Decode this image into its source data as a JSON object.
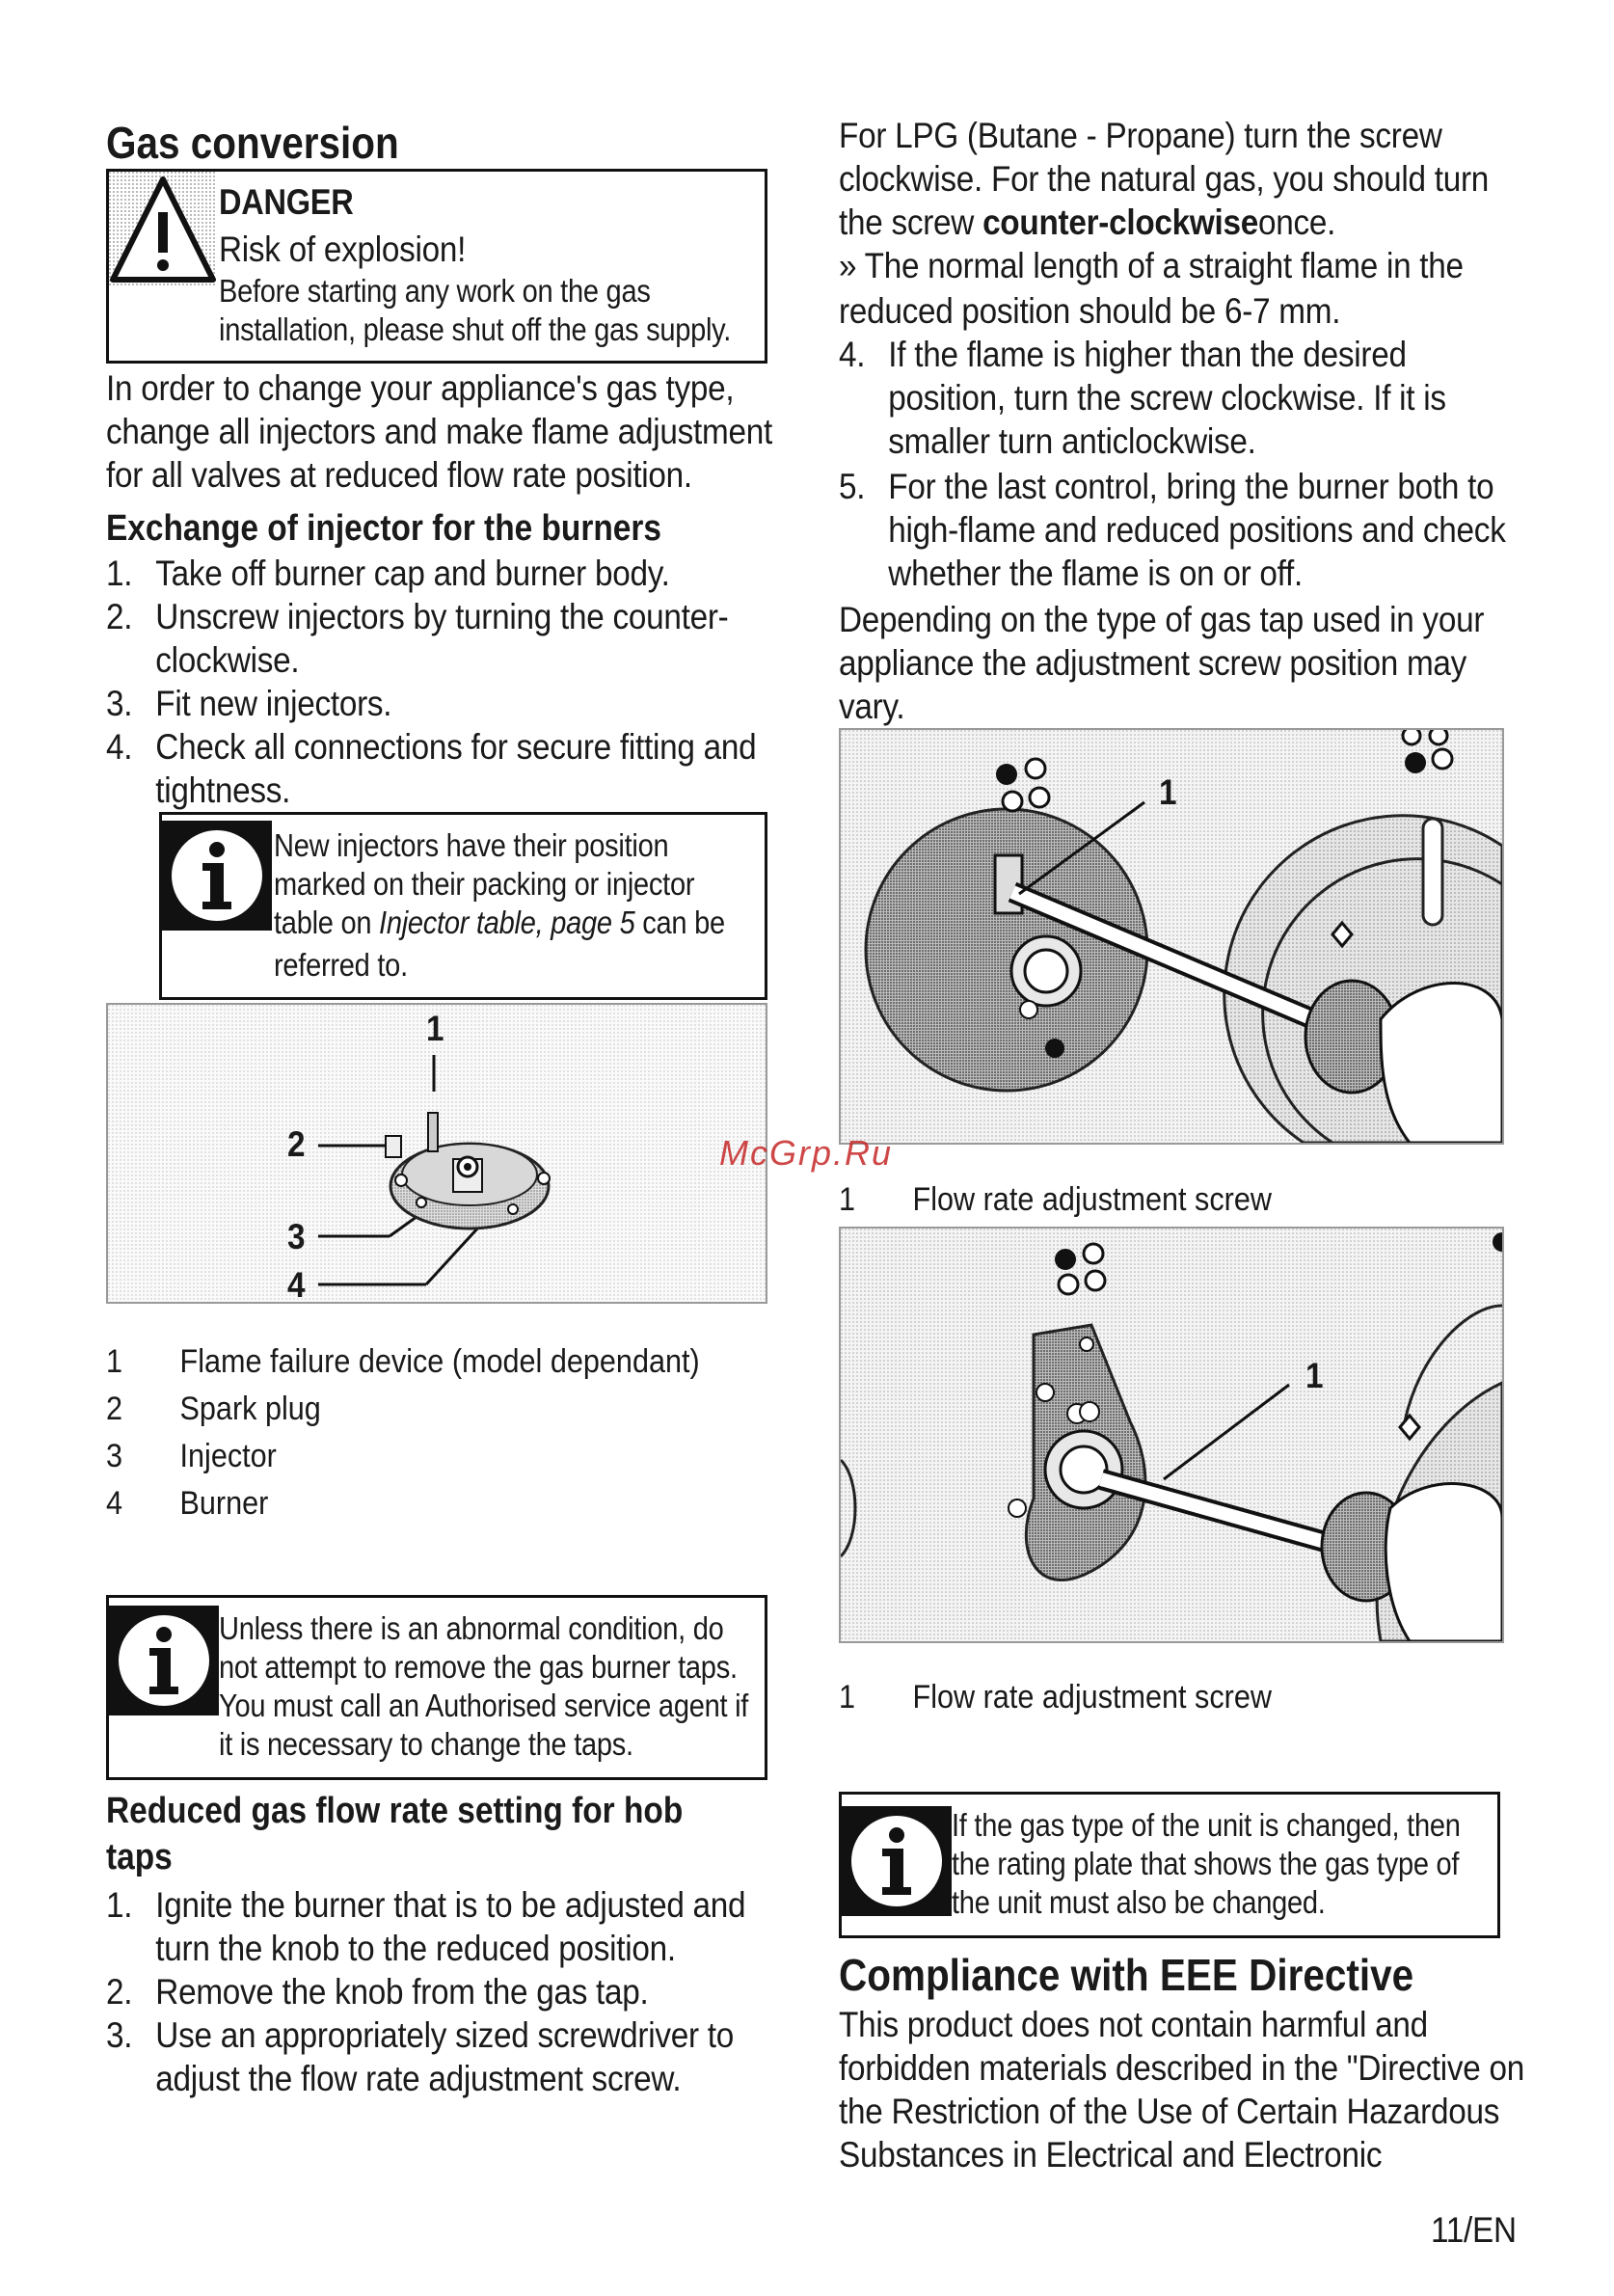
{
  "left": {
    "heading": "Gas conversion",
    "danger": {
      "title": "DANGER",
      "subtitle": "Risk of explosion!",
      "text_lines": [
        "Before starting any work on the gas",
        "installation, please shut off the gas supply."
      ]
    },
    "intro_lines": [
      "In order to change your appliance's gas type,",
      "change all injectors and make flame adjustment",
      "for all valves at reduced flow rate position."
    ],
    "exchange": {
      "heading": "Exchange of injector for the burners",
      "steps": [
        {
          "num": "1.",
          "lines": [
            "Take off burner cap and burner body."
          ]
        },
        {
          "num": "2.",
          "lines": [
            "Unscrew injectors by turning the counter-",
            "clockwise."
          ]
        },
        {
          "num": "3.",
          "lines": [
            "Fit new injectors."
          ]
        },
        {
          "num": "4.",
          "lines": [
            "Check all connections for secure fitting and",
            "tightness."
          ]
        }
      ]
    },
    "info1": {
      "line1": "New injectors have their position",
      "line2": "marked on their packing or injector",
      "line3_pre": "table on ",
      "line3_em": "Injector table, page 5",
      "line3_post": " can be",
      "line4": "referred to."
    },
    "figure_labels": [
      "1",
      "2",
      "3",
      "4"
    ],
    "legend": [
      {
        "num": "1",
        "text": "Flame failure device (model dependant)"
      },
      {
        "num": "2",
        "text": "Spark plug"
      },
      {
        "num": "3",
        "text": "Injector"
      },
      {
        "num": "4",
        "text": "Burner"
      }
    ],
    "info2_lines": [
      "Unless there is an abnormal condition, do",
      "not attempt to remove the gas burner taps.",
      "You must call an Authorised service agent if",
      "it is necessary to change the taps."
    ],
    "reduced": {
      "heading_lines": [
        "Reduced gas flow rate setting for hob",
        "taps"
      ],
      "steps": [
        {
          "num": "1.",
          "lines": [
            "Ignite the burner that is to be adjusted and",
            "turn the knob to the reduced position."
          ]
        },
        {
          "num": "2.",
          "lines": [
            "Remove the knob from the gas tap."
          ]
        },
        {
          "num": "3.",
          "lines": [
            "Use an appropriately sized screwdriver to",
            "adjust the flow rate adjustment screw."
          ]
        }
      ]
    }
  },
  "right": {
    "lpg_line1": "For LPG (Butane - Propane) turn the screw",
    "lpg_line2": "clockwise. For the natural gas, you should turn",
    "lpg_line3_pre": "the screw ",
    "lpg_line3_bold": "counter-clockwise",
    "lpg_line3_post": "once.",
    "flame_lines": [
      "» The normal length of a straight flame in the",
      "reduced position should be 6-7 mm."
    ],
    "steps": [
      {
        "num": "4.",
        "lines": [
          "If the flame is higher than the desired",
          "position, turn the screw clockwise. If it is",
          "smaller turn anticlockwise."
        ]
      },
      {
        "num": "5.",
        "lines": [
          "For the last control, bring the burner both to",
          "high-flame and reduced positions and check",
          "whether the flame is on or off."
        ]
      }
    ],
    "depending_lines": [
      "Depending on the type of gas tap used in your",
      "appliance the adjustment screw position may",
      "vary."
    ],
    "fig1_label": "1",
    "fig1_caption": {
      "num": "1",
      "text": "Flow rate adjustment screw"
    },
    "fig2_label": "1",
    "fig2_caption": {
      "num": "1",
      "text": "Flow rate adjustment screw"
    },
    "info3_lines": [
      "If the gas type of the unit is changed, then",
      "the rating plate that shows the gas type of",
      "the unit must also be changed."
    ],
    "compliance": {
      "heading": "Compliance with EEE Directive",
      "lines": [
        "This product does not contain harmful and",
        "forbidden materials described in the \"Directive on",
        "the Restriction of the Use of Certain Hazardous",
        "Substances in Electrical and Electronic"
      ]
    }
  },
  "watermark": "McGrp.Ru",
  "page_number": "11/EN"
}
